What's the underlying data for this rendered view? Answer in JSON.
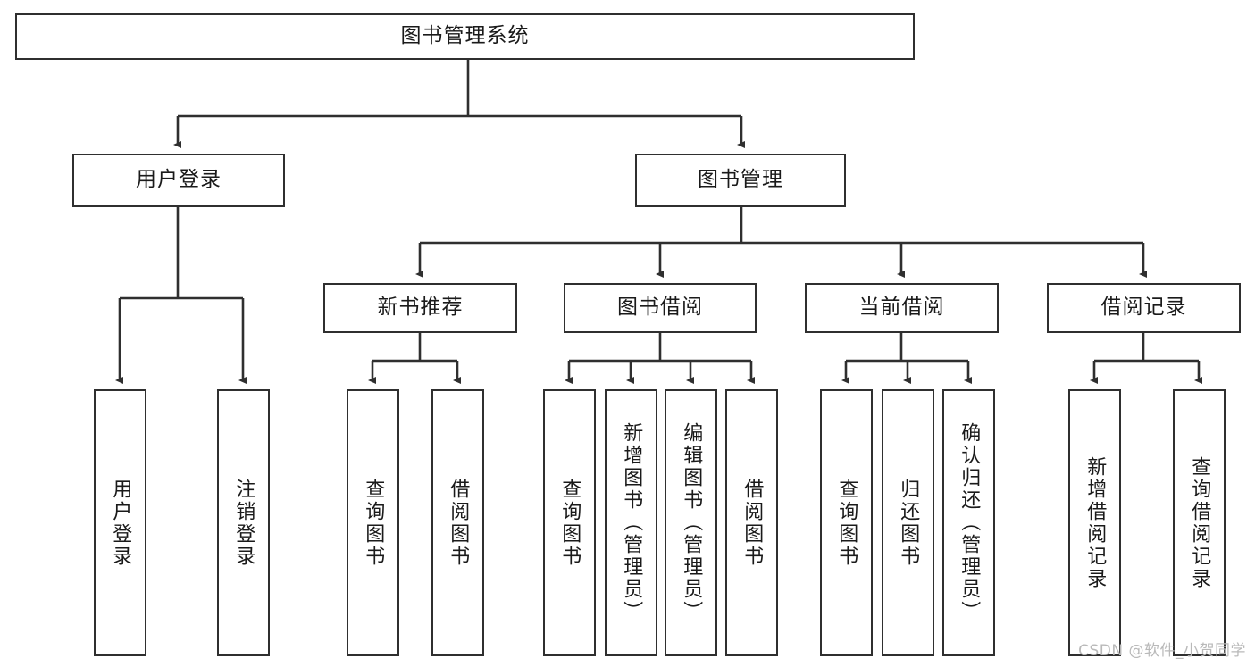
{
  "diagram": {
    "type": "tree-hierarchy-chart",
    "title": "图书管理系统",
    "stroke_color": "#2f2f2f",
    "background_color": "#ffffff",
    "text_color": "#1a1a1a"
  },
  "nodes": {
    "root": {
      "label": "图书管理系统",
      "level": 1
    },
    "level2": [
      {
        "id": "user-login",
        "label": "用户登录"
      },
      {
        "id": "book-management",
        "label": "图书管理"
      }
    ],
    "level3": [
      {
        "id": "new-book-recommend",
        "label": "新书推荐"
      },
      {
        "id": "book-borrow",
        "label": "图书借阅"
      },
      {
        "id": "current-borrow",
        "label": "当前借阅"
      },
      {
        "id": "borrow-record",
        "label": "借阅记录"
      }
    ],
    "leaves": {
      "user_login": [
        {
          "id": "leaf-user-login",
          "label": "用户登录"
        },
        {
          "id": "leaf-logout",
          "label": "注销登录"
        }
      ],
      "new_book_recommend": [
        {
          "id": "leaf-query-book-1",
          "label": "查询图书"
        },
        {
          "id": "leaf-borrow-book-1",
          "label": "借阅图书"
        }
      ],
      "book_borrow": [
        {
          "id": "leaf-query-book-2",
          "label": "查询图书"
        },
        {
          "id": "leaf-add-book",
          "label": "新增图书（管理员）"
        },
        {
          "id": "leaf-edit-book",
          "label": "编辑图书（管理员）"
        },
        {
          "id": "leaf-borrow-book-2",
          "label": "借阅图书"
        }
      ],
      "current_borrow": [
        {
          "id": "leaf-query-book-3",
          "label": "查询图书"
        },
        {
          "id": "leaf-return-book",
          "label": "归还图书"
        },
        {
          "id": "leaf-confirm-return",
          "label": "确认归还（管理员）"
        }
      ],
      "borrow_record": [
        {
          "id": "leaf-add-record",
          "label": "新增借阅记录"
        },
        {
          "id": "leaf-query-record",
          "label": "查询借阅记录"
        }
      ]
    }
  },
  "watermark": {
    "text": "CSDN @软件_小贺同学"
  }
}
